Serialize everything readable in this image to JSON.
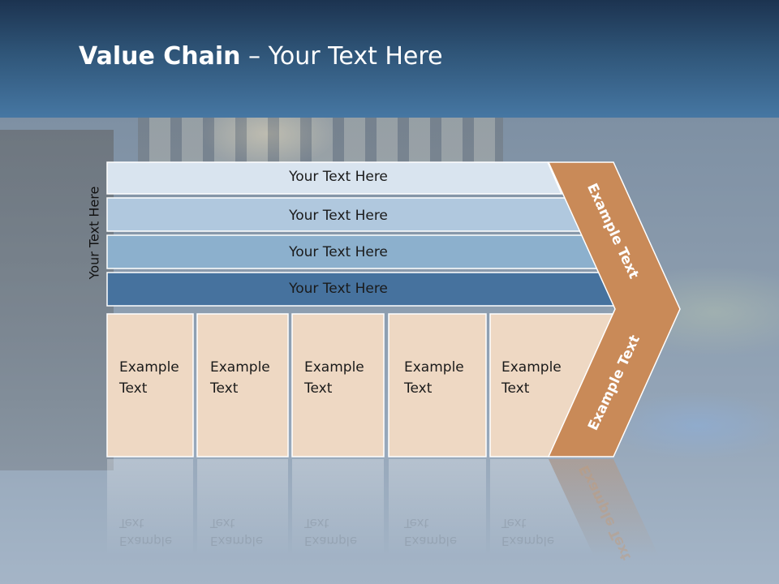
{
  "title": {
    "bold": "Value Chain",
    "rest": " – Your Text Here"
  },
  "side_label": "Your Text Here",
  "bands": [
    {
      "label": "Your Text Here",
      "color": "#d9e4ef"
    },
    {
      "label": "Your Text Here",
      "color": "#b0c8de"
    },
    {
      "label": "Your Text Here",
      "color": "#8cb0cd"
    },
    {
      "label": "Your Text Here",
      "color": "#46729e"
    }
  ],
  "boxes": [
    {
      "line1": "Example",
      "line2": "Text"
    },
    {
      "line1": "Example",
      "line2": "Text"
    },
    {
      "line1": "Example",
      "line2": "Text"
    },
    {
      "line1": "Example",
      "line2": "Text"
    },
    {
      "line1": "Example",
      "line2": "Text"
    }
  ],
  "chevron": {
    "upper_label": "Example Text",
    "lower_label": "Example Text",
    "color": "#c98a58"
  },
  "colors": {
    "box_fill": "#eed8c3",
    "header": "#2f5578"
  }
}
